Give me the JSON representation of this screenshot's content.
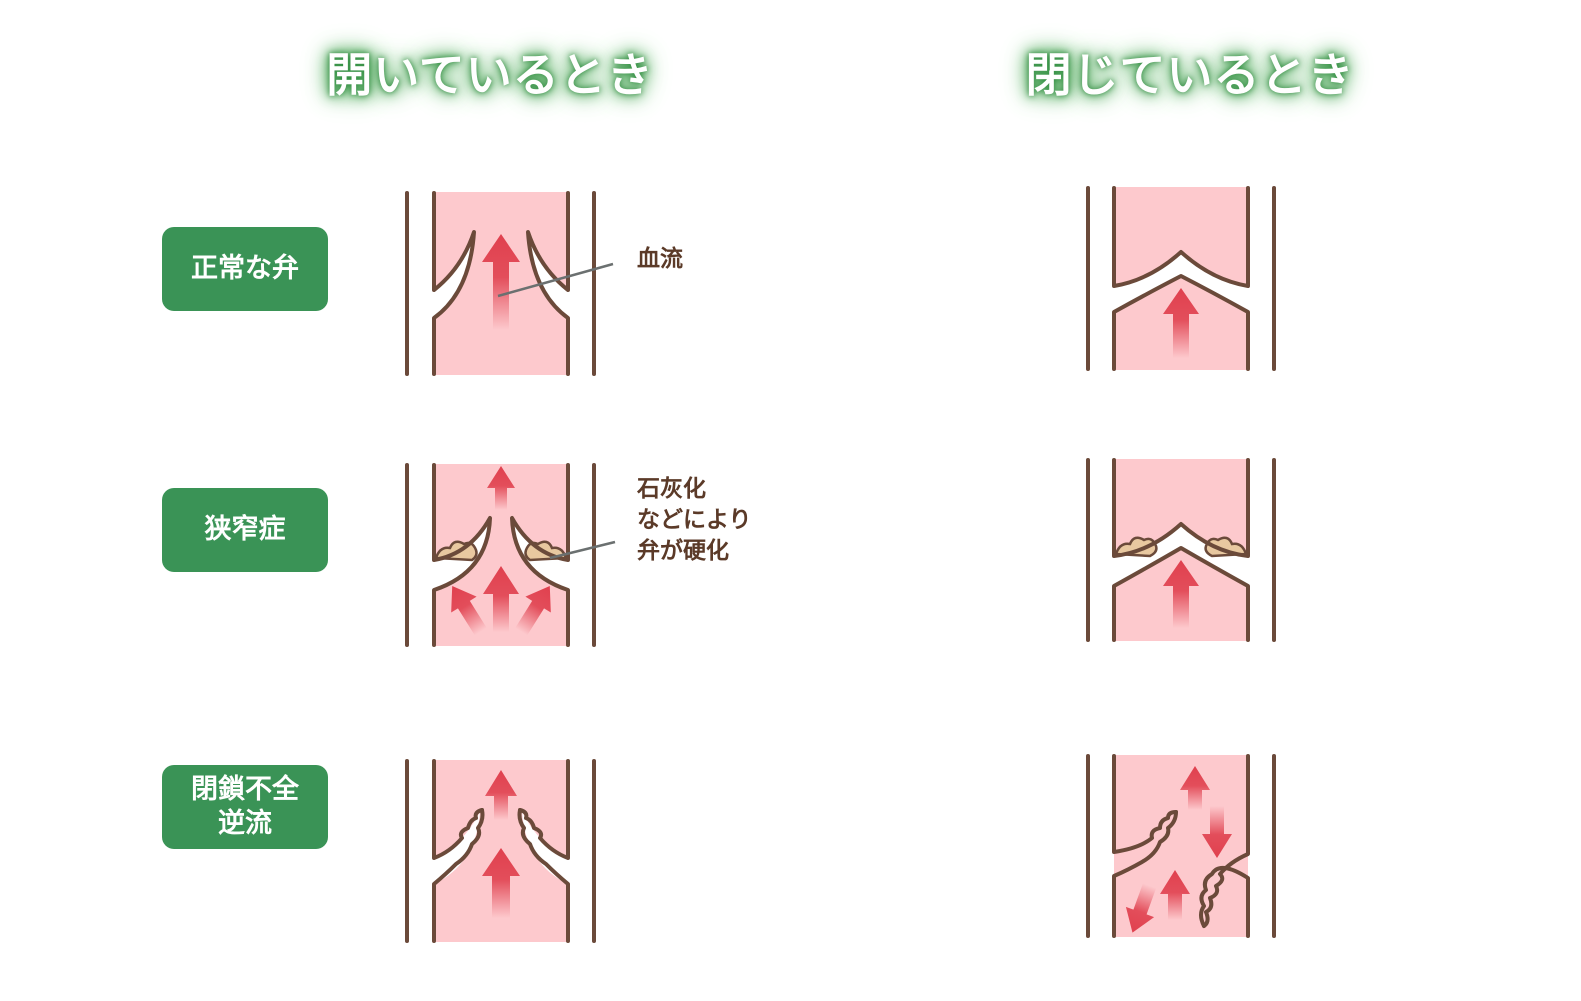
{
  "titles": {
    "open": "開いているとき",
    "closed": "閉じているとき"
  },
  "rows": {
    "normal": "正常な弁",
    "stenosis": "狭窄症",
    "regurgitation": "閉鎖不全\n逆流"
  },
  "annotations": {
    "blood_flow": "血流",
    "calcification": "石灰化\nなどにより\n弁が硬化"
  },
  "colors": {
    "title_glow": "#3f9a4c",
    "label_bg": "#3a9356",
    "vessel_fill": "#fdc9cd",
    "wall": "#6b4a3a",
    "arrow": "#e0404e",
    "calcification": "#e8c8a0"
  }
}
